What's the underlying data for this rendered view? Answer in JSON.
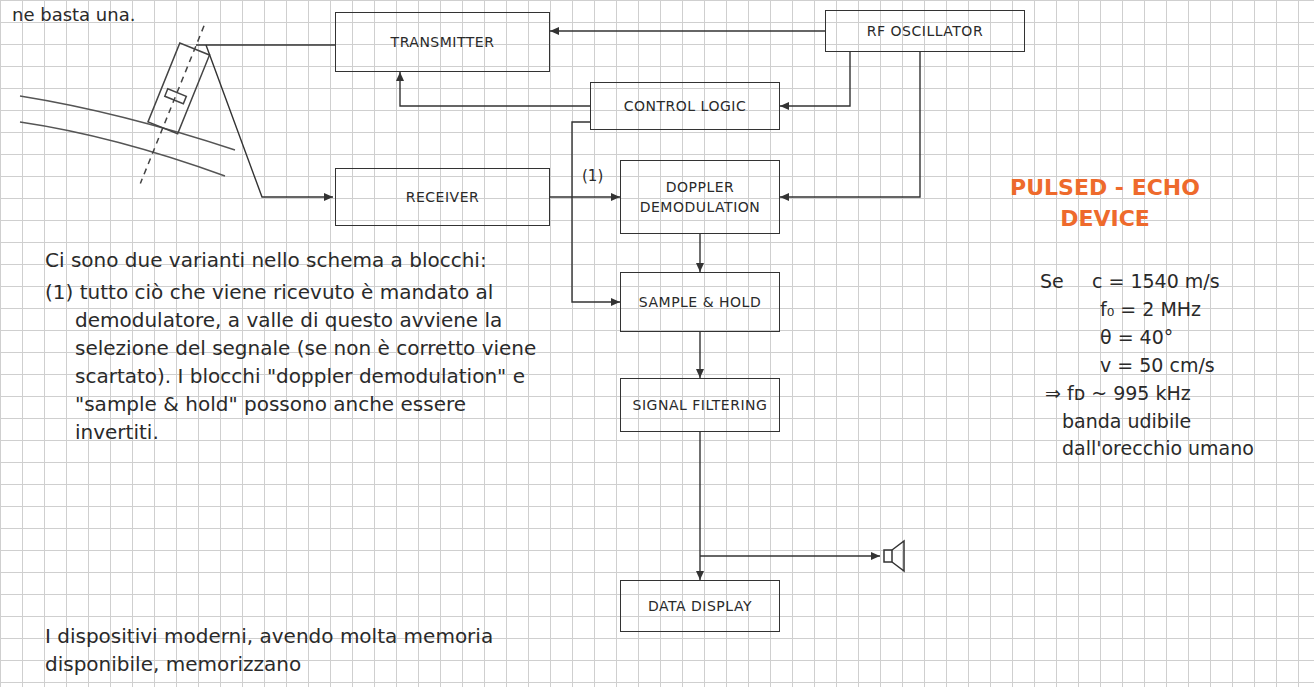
{
  "diagram": {
    "nodes": [
      {
        "text": [
          "TRANSMITTER"
        ]
      },
      {
        "text": [
          "RF OSCILLATOR"
        ]
      },
      {
        "text": [
          "CONTROL LOGIC"
        ]
      },
      {
        "text": [
          "RECEIVER"
        ]
      },
      {
        "text": [
          "DOPPLER DEMODULATION"
        ]
      },
      {
        "text": [
          "SAMPLE & HOLD"
        ]
      },
      {
        "text": [
          "SIGNAL FILTERING"
        ]
      },
      {
        "text": [
          "DATA DISPLAY"
        ]
      }
    ],
    "edges": [
      {
        "from": 1,
        "to": 0,
        "arrow": "to"
      },
      {
        "from": 1,
        "to": 2,
        "arrow": "to"
      },
      {
        "from": 1,
        "to": 4,
        "arrow": "to"
      },
      {
        "from": 2,
        "to": 0,
        "arrow": "to"
      },
      {
        "from": 2,
        "to": 5,
        "arrow": "to"
      },
      {
        "from": 3,
        "to": 4,
        "arrow": "to"
      },
      {
        "from": 4,
        "to": 5,
        "arrow": "to"
      },
      {
        "from": 5,
        "to": 6,
        "arrow": "to"
      },
      {
        "from": 6,
        "to": 7,
        "arrow": "to"
      }
    ],
    "labels": [
      "ne basta una.",
      "(1)",
      "Ci sono due varianti nello schema a blocchi:",
      "(1) tutto ciò che viene ricevuto è mandato al demodulatore, a valle di questo avviene la selezione del segnale (se non è corretto viene scartato). I blocchi \"doppler demodulation\" e \"sample & hold\" possono anche essere invertiti.",
      "I dispositivi moderni, avendo molta memoria disponibile, memorizzano",
      "PULSED - ECHO DEVICE",
      "Se",
      "c = 1540 m/s",
      "f₀ = 2 MHz",
      "θ = 40°",
      "v = 50 cm/s",
      "⇒ fᴅ ~ 995 kHz",
      "banda udibile dall'orecchio umano"
    ]
  }
}
